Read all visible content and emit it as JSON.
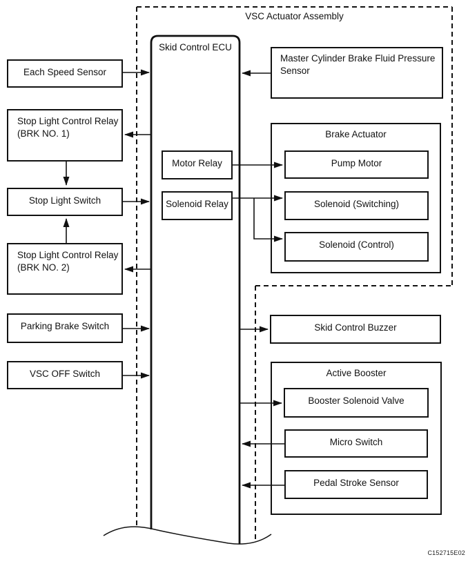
{
  "assembly": {
    "label": "VSC Actuator Assembly"
  },
  "figure_code": "C152715E02",
  "ecu": {
    "label": "Skid Control ECU"
  },
  "left_column": {
    "each_speed_sensor": "Each Speed Sensor",
    "stop_light_relay_1": {
      "line1": "Stop Light Control Relay",
      "line2": "(BRK NO. 1)"
    },
    "stop_light_switch": "Stop Light Switch",
    "stop_light_relay_2": {
      "line1": "Stop Light Control Relay",
      "line2": "(BRK NO. 2)"
    },
    "parking_brake_switch": "Parking Brake Switch",
    "vsc_off_switch": "VSC OFF Switch"
  },
  "ecu_internal": {
    "motor_relay": "Motor Relay",
    "solenoid_relay": "Solenoid Relay"
  },
  "master_cylinder_sensor": {
    "line1": "Master Cylinder Brake Fluid Pressure",
    "line2": "Sensor"
  },
  "brake_actuator": {
    "title": "Brake Actuator",
    "pump_motor": "Pump Motor",
    "solenoid_switching": "Solenoid (Switching)",
    "solenoid_control": "Solenoid (Control)"
  },
  "skid_control_buzzer": "Skid Control Buzzer",
  "active_booster": {
    "title": "Active Booster",
    "booster_solenoid_valve": "Booster Solenoid Valve",
    "micro_switch": "Micro Switch",
    "pedal_stroke_sensor": "Pedal Stroke Sensor"
  },
  "connections": [
    {
      "from": "Each Speed Sensor",
      "to": "Skid Control ECU"
    },
    {
      "from": "Skid Control ECU",
      "to": "Stop Light Control Relay (BRK NO. 1)"
    },
    {
      "from": "Stop Light Control Relay (BRK NO. 1)",
      "to": "Stop Light Switch"
    },
    {
      "from": "Stop Light Switch",
      "to": "Skid Control ECU"
    },
    {
      "from": "Stop Light Control Relay (BRK NO. 2)",
      "to": "Stop Light Switch"
    },
    {
      "from": "Skid Control ECU",
      "to": "Stop Light Control Relay (BRK NO. 2)"
    },
    {
      "from": "Parking Brake Switch",
      "to": "Skid Control ECU"
    },
    {
      "from": "VSC OFF Switch",
      "to": "Skid Control ECU"
    },
    {
      "from": "Master Cylinder Brake Fluid Pressure Sensor",
      "to": "Skid Control ECU"
    },
    {
      "from": "Motor Relay",
      "to": "Pump Motor"
    },
    {
      "from": "Solenoid Relay",
      "to": "Solenoid (Switching)"
    },
    {
      "from": "Solenoid Relay",
      "to": "Solenoid (Control)"
    },
    {
      "from": "Skid Control ECU",
      "to": "Skid Control Buzzer"
    },
    {
      "from": "Skid Control ECU",
      "to": "Booster Solenoid Valve"
    },
    {
      "from": "Micro Switch",
      "to": "Skid Control ECU"
    },
    {
      "from": "Pedal Stroke Sensor",
      "to": "Skid Control ECU"
    }
  ],
  "colors": {
    "line": "#111111",
    "background": "#ffffff"
  }
}
